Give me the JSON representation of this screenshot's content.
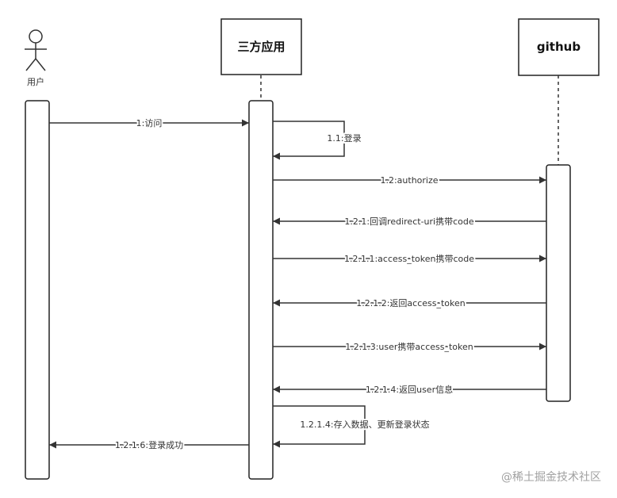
{
  "participants": {
    "user": {
      "label": "用户"
    },
    "third_party": {
      "label": "三方应用"
    },
    "github": {
      "label": "github"
    }
  },
  "messages": [
    {
      "id": "m1",
      "label": "1:访问"
    },
    {
      "id": "m11",
      "label": "1.1:登录"
    },
    {
      "id": "m12",
      "label": "1.2:authorize"
    },
    {
      "id": "m121",
      "label": "1.2.1:回调redirect-uri携带code"
    },
    {
      "id": "m1211",
      "label": "1.2.1.1:access_token携带code"
    },
    {
      "id": "m1212",
      "label": "1.2.1.2:返回access_token"
    },
    {
      "id": "m1213",
      "label": "1.2.1.3:user携带access_token"
    },
    {
      "id": "m1214",
      "label": "1.2.1.4:返回user信息"
    },
    {
      "id": "m1214b",
      "label": "1.2.1.4:存入数据、更新登录状态"
    },
    {
      "id": "m1216",
      "label": "1.2.1.6:登录成功"
    }
  ],
  "watermark": "@稀土掘金技术社区",
  "colors": {
    "line": "#333333",
    "box_border": "#222222",
    "watermark": "#a0a0a0"
  }
}
